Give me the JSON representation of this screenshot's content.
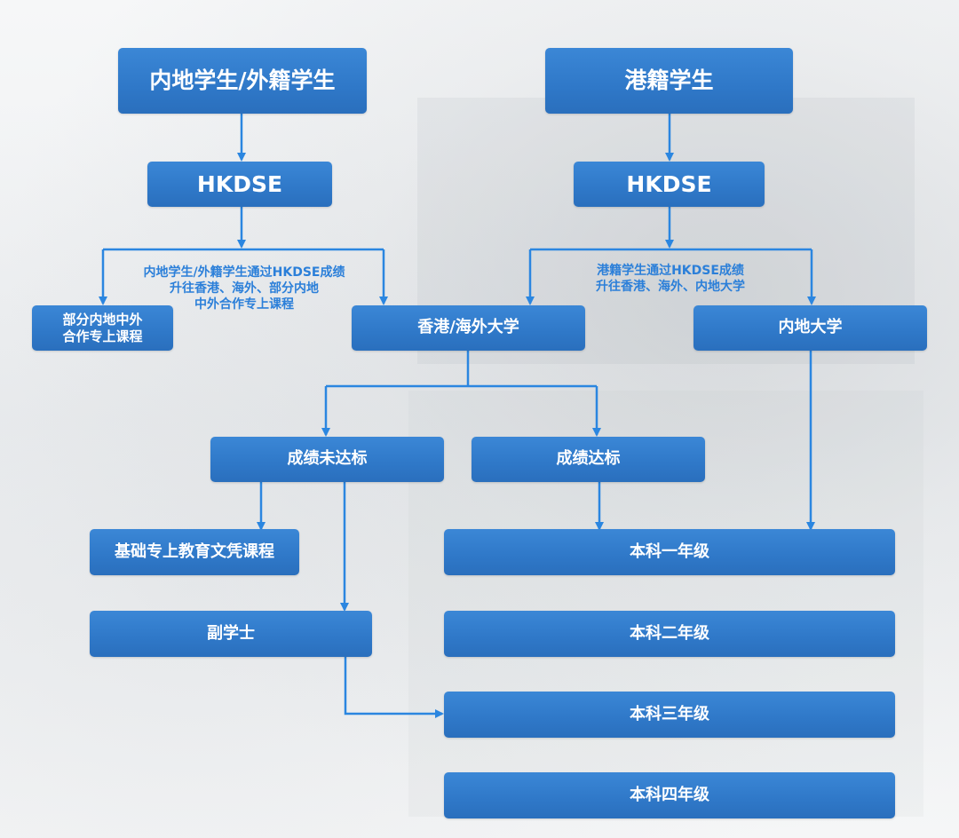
{
  "colors": {
    "box_fill": "#2f78c8",
    "line": "#2b86e0",
    "note_text": "#2b7fd9",
    "box_text": "#ffffff"
  },
  "diagram": {
    "nodes": {
      "mainland_intl_students": "内地学生/外籍学生",
      "hk_students": "港籍学生",
      "hkdse_left": "HKDSE",
      "hkdse_right": "HKDSE",
      "mainland_sino_foreign": "部分内地中外\n合作专上课程",
      "hk_overseas_univ": "香港/海外大学",
      "mainland_univ": "内地大学",
      "score_not_met": "成绩未达标",
      "score_met": "成绩达标",
      "foundation_diploma": "基础专上教育文凭课程",
      "associate_degree": "副学士",
      "undergrad_year1": "本科一年级",
      "undergrad_year2": "本科二年级",
      "undergrad_year3": "本科三年级",
      "undergrad_year4": "本科四年级"
    },
    "notes": {
      "left_branch": "内地学生/外籍学生通过HKDSE成绩\n升往香港、海外、部分内地\n中外合作专上课程",
      "right_branch": "港籍学生通过HKDSE成绩\n升往香港、海外、内地大学"
    },
    "edges": [
      [
        "mainland_intl_students",
        "hkdse_left"
      ],
      [
        "hk_students",
        "hkdse_right"
      ],
      [
        "hkdse_left",
        "mainland_sino_foreign"
      ],
      [
        "hkdse_left",
        "hk_overseas_univ"
      ],
      [
        "hkdse_right",
        "hk_overseas_univ"
      ],
      [
        "hkdse_right",
        "mainland_univ"
      ],
      [
        "hk_overseas_univ",
        "score_not_met"
      ],
      [
        "hk_overseas_univ",
        "score_met"
      ],
      [
        "score_not_met",
        "foundation_diploma"
      ],
      [
        "score_not_met",
        "associate_degree"
      ],
      [
        "score_met",
        "undergrad_year1"
      ],
      [
        "mainland_univ",
        "undergrad_year1"
      ],
      [
        "associate_degree",
        "undergrad_year3"
      ]
    ]
  }
}
